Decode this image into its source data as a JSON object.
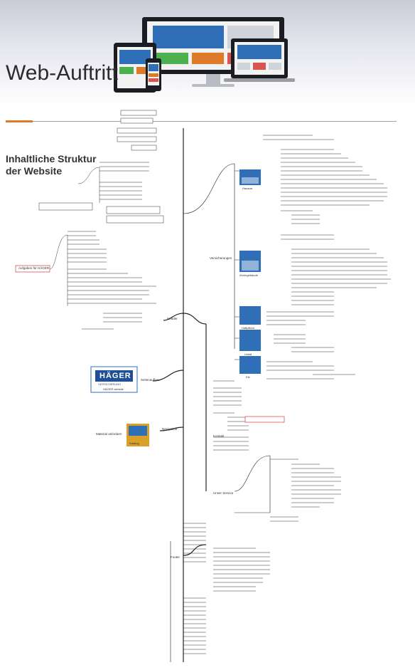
{
  "page": {
    "title": "Web-Auftritt",
    "subtitle_line1": "Inhaltliche Struktur",
    "subtitle_line2": "der Website"
  },
  "logo": {
    "brand": "HÄGER",
    "tagline": "VERSICHERUNG",
    "caption": "HÄGER website"
  },
  "map_labels": {
    "root": "Aufgaben für HÄGER",
    "seitenaufbau": "Seitenaufbau",
    "header": "Header",
    "footer": "Footer",
    "unsere_service": "Unser Service",
    "versicherungen": "Versicherungen",
    "navigation": "Navigation",
    "kontakt": "Kontakt",
    "material": "Material anfordern",
    "katalog": "Katalog",
    "hausrat": "Hausrat",
    "wohngebaeude": "Wohngebäude",
    "haftpflicht": "Haftpflicht",
    "unfall": "Unfall",
    "kfz": "Kfz"
  },
  "colors": {
    "orange": "#e07a2b",
    "line": "#222222",
    "screen_blue": "#2f6fb8",
    "header_gray": "#c9cbd6"
  }
}
